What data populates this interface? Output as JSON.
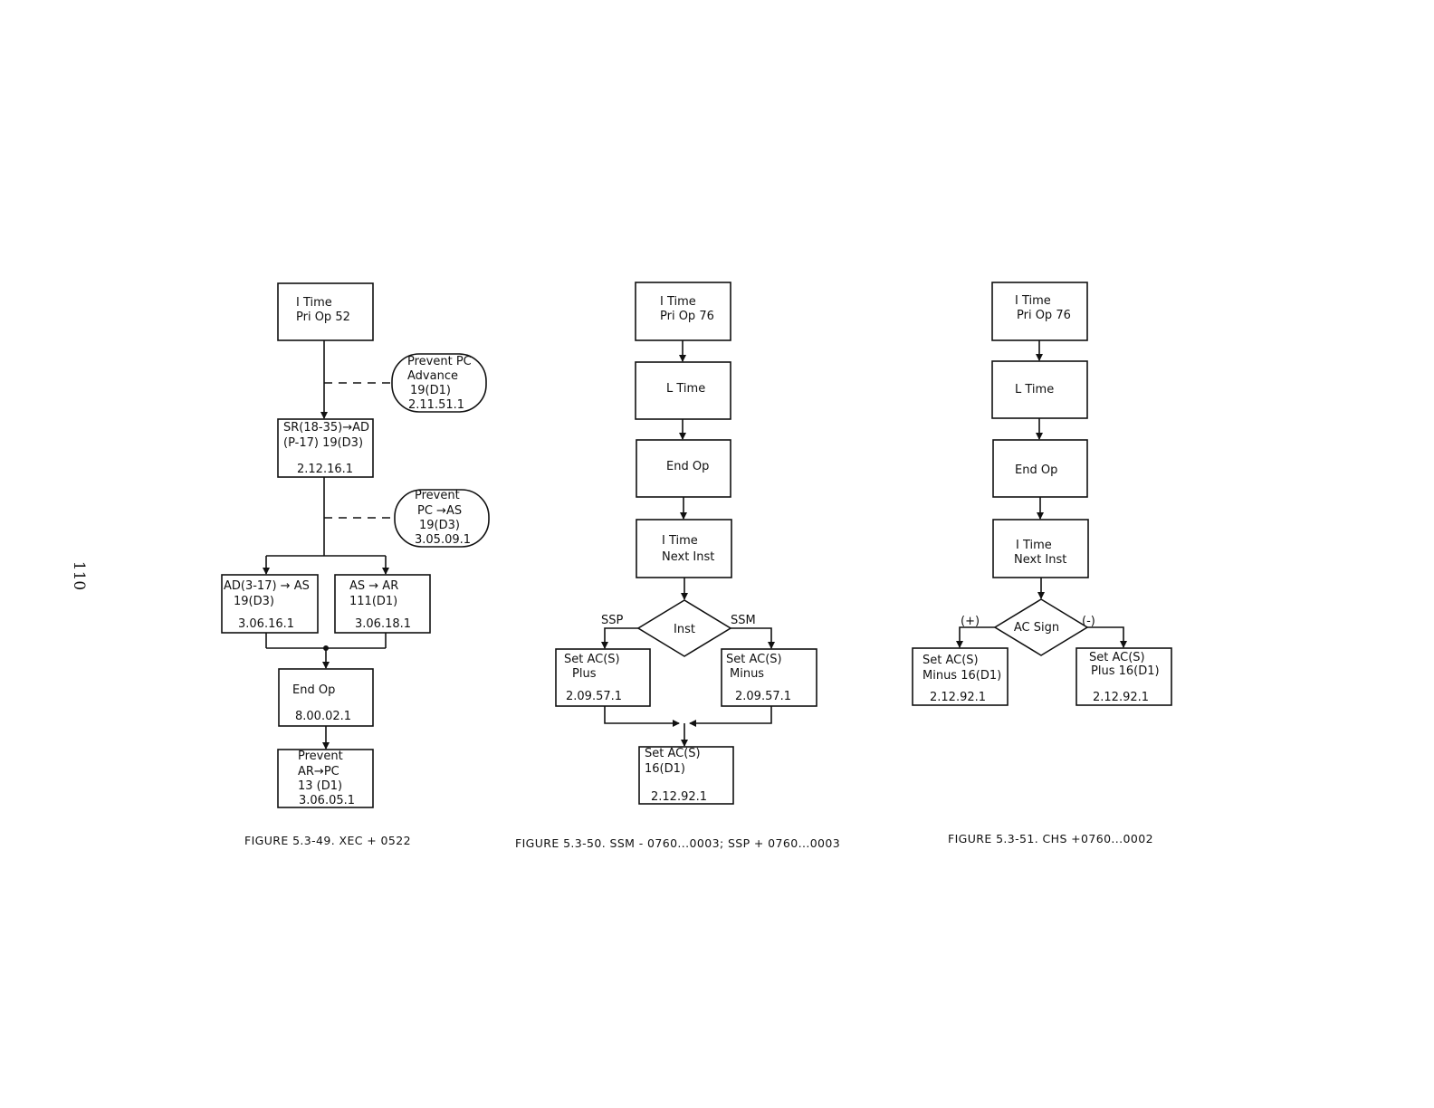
{
  "page_number": "110",
  "fig49": {
    "caption": "FIGURE 5.3-49.  XEC + 0522",
    "itime": [
      "I Time",
      "Pri Op 52"
    ],
    "prevent_pc_adv": [
      "Prevent PC",
      "Advance",
      "19(D1)",
      "2.11.51.1"
    ],
    "sr_ad": [
      "SR(18-35)→AD",
      "(P-17) 19(D3)",
      "2.12.16.1"
    ],
    "prevent_pc_as": [
      "Prevent",
      "PC →AS",
      "19(D3)",
      "3.05.09.1"
    ],
    "ad_as": [
      "AD(3-17) → AS",
      "19(D3)",
      "3.06.16.1"
    ],
    "as_ar": [
      "AS → AR",
      "111(D1)",
      "3.06.18.1"
    ],
    "end_op": [
      "End Op",
      "8.00.02.1"
    ],
    "prevent_ar_pc": [
      "Prevent",
      "AR→PC",
      "13 (D1)",
      "3.06.05.1"
    ]
  },
  "fig50": {
    "caption": "FIGURE 5.3-50.  SSM - 0760...0003;  SSP + 0760...0003",
    "itime": [
      "I Time",
      "Pri Op 76"
    ],
    "ltime": "L Time",
    "end_op": "End Op",
    "itime_next": [
      "I Time",
      "Next Inst"
    ],
    "decision": "Inst",
    "branch_left": "SSP",
    "branch_right": "SSM",
    "set_plus": [
      "Set AC(S)",
      "Plus",
      "2.09.57.1"
    ],
    "set_minus": [
      "Set AC(S)",
      "Minus",
      "2.09.57.1"
    ],
    "set_16": [
      "Set AC(S)",
      "16(D1)",
      "2.12.92.1"
    ]
  },
  "fig51": {
    "caption": "FIGURE 5.3-51.  CHS +0760...0002",
    "itime": [
      "I Time",
      "Pri Op 76"
    ],
    "ltime": "L Time",
    "end_op": "End Op",
    "itime_next": [
      "I Time",
      "Next Inst"
    ],
    "decision": "AC Sign",
    "branch_left": "(+)",
    "branch_right": "(-)",
    "set_minus": [
      "Set AC(S)",
      "Minus 16(D1)",
      "2.12.92.1"
    ],
    "set_plus": [
      "Set AC(S)",
      "Plus 16(D1)",
      "2.12.92.1"
    ]
  }
}
